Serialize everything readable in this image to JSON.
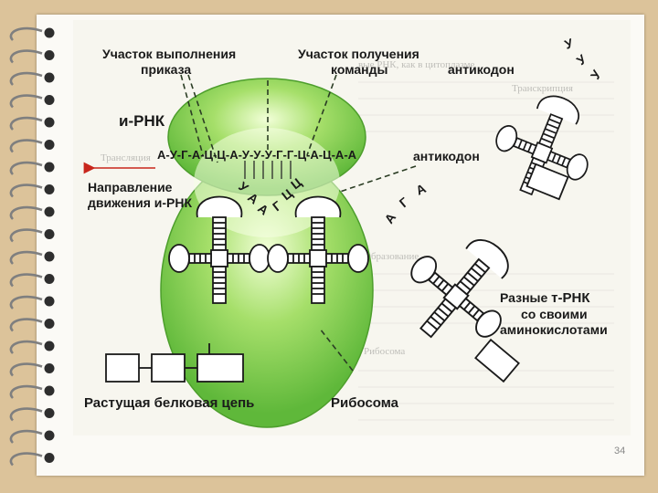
{
  "labels": {
    "execution_site": [
      "Участок выполнения",
      "приказа"
    ],
    "receiving_site": [
      "Участок получения",
      "команды"
    ],
    "anticodon_top": "антикодон",
    "anticodon_mid": "антикодон",
    "mrna": "и-РНК",
    "sequence": "А-У-Г-А-Ц-Ц-А-У-У-У-Г-Г-Ц-А-Ц-А-А",
    "direction": [
      "Направление",
      "движения и-РНК"
    ],
    "trna_prefix": "Разные ",
    "trna_name": "т-РНК",
    "trna_desc": [
      "со своими",
      "аминокислотами"
    ],
    "protein_chain": "Растущая белковая цепь",
    "ribosome": "Рибосома"
  },
  "anticodon_letters": {
    "left_trna": [
      "У",
      "А",
      "А"
    ],
    "right_trna": [
      "Г",
      "Ц",
      "Ц"
    ],
    "top_free_trna": [
      "У",
      "У",
      "У"
    ],
    "mid_free_trna": [
      "А",
      "Г",
      "А"
    ]
  },
  "background_lines": [
    "вые РНК, как в цитоплазме",
    "Трансляция",
    "Транскрипция",
    "Образование",
    "Рибосома"
  ],
  "page_number": "34",
  "colors": {
    "ribosome": "#79c94a",
    "ribosome_light": "#eaffc8",
    "page_background": "#dcc39a",
    "ink": "#1a1a1a",
    "arrow_red": "#c8261c"
  }
}
